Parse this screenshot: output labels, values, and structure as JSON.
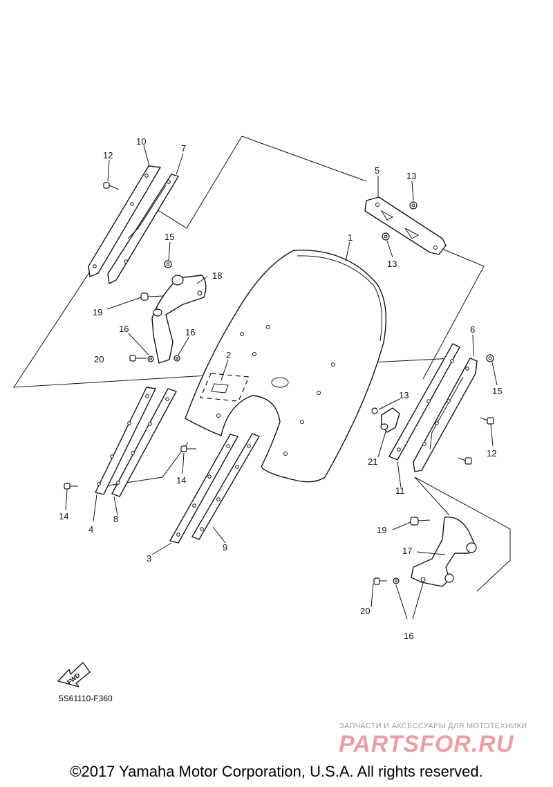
{
  "diagram": {
    "callouts": {
      "c1": "1",
      "c2": "2",
      "c3": "3",
      "c4": "4",
      "c5": "5",
      "c6": "6",
      "c7": "7",
      "c8": "8",
      "c9": "9",
      "c10": "10",
      "c11": "11",
      "c12a": "12",
      "c12b": "12",
      "c13a": "13",
      "c13b": "13",
      "c13c": "13",
      "c14a": "14",
      "c14b": "14",
      "c15a": "15",
      "c15b": "15",
      "c16a": "16",
      "c16b": "16",
      "c16c": "16",
      "c17": "17",
      "c18": "18",
      "c19a": "19",
      "c19b": "19",
      "c20a": "20",
      "c20b": "20",
      "c21": "21"
    },
    "fwd_label": "FWD",
    "diagram_code": "5S61110-F360"
  },
  "watermark": {
    "tagline": "ЗАПЧАСТИ И АКСЕССУАРЫ ДЛЯ МОТОТЕХНИКИ",
    "logo": "PARTSFOR.RU",
    "logo_color": "#e8a0a4"
  },
  "footer": {
    "copyright": "©2017 Yamaha Motor Corporation, U.S.A. All rights reserved."
  }
}
